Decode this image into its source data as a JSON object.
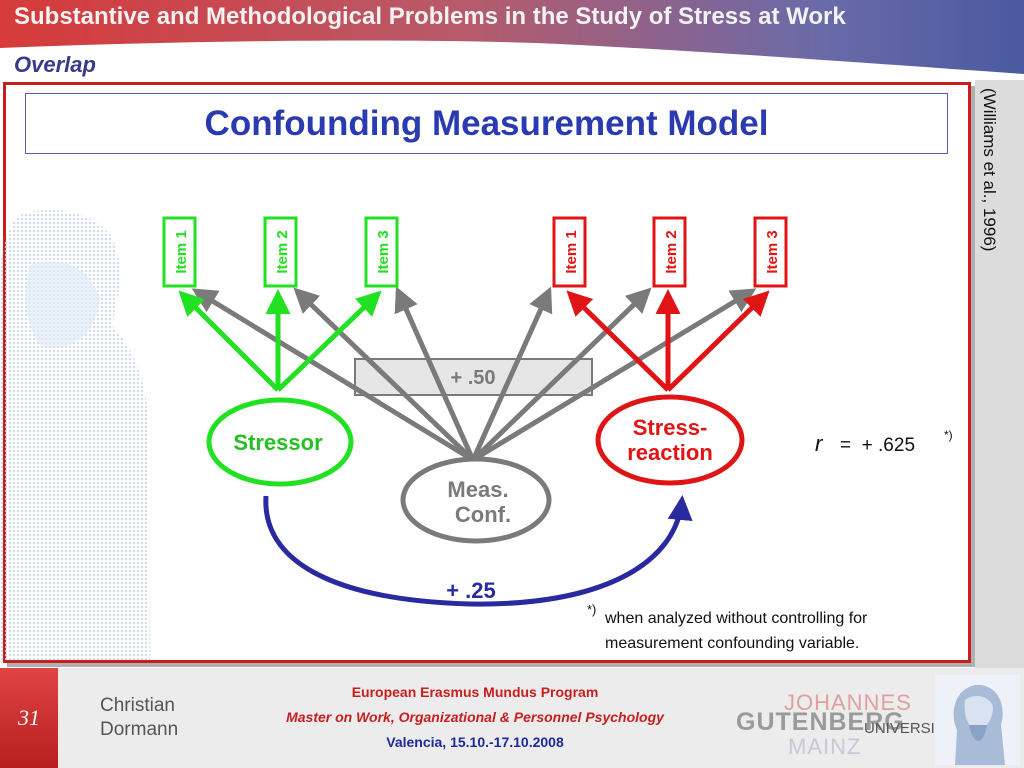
{
  "header": {
    "title": "Substantive and Methodological Problems in the Study of Stress at Work",
    "subtitle": "Overlap"
  },
  "slide": {
    "title": "Confounding Measurement Model",
    "side_citation": "(Williams et al., 1996)"
  },
  "diagram": {
    "stressor_items": [
      "Item 1",
      "Item 2",
      "Item 3"
    ],
    "reaction_items": [
      "Item 1",
      "Item 2",
      "Item 3"
    ],
    "stressor_label": "Stressor",
    "reaction_label_1": "Stress-",
    "reaction_label_2": "reaction",
    "confound_label_1": "Meas.",
    "confound_label_2": "Conf.",
    "confound_loading": "+ .50",
    "path_coefficient": "+ .25",
    "r_symbol": "r",
    "r_value": "=  + .625",
    "r_note_mark": "*)"
  },
  "note": {
    "mark": "*)",
    "line1": "when analyzed without controlling for",
    "line2": "measurement confounding variable."
  },
  "footer": {
    "page": "31",
    "author_line1": "Christian",
    "author_line2": "Dormann",
    "program_line1": "European Erasmus Mundus Program",
    "program_line2": "Master on Work, Organizational & Personnel Psychology",
    "program_line3": "Valencia, 15.10.-17.10.2008",
    "logo_line1": "JOHANNES",
    "logo_line2": "GUTENBERG",
    "logo_line3": "UNIVERSITÄT",
    "logo_line4": "MAINZ"
  },
  "colors": {
    "accent_red": "#c81e1e",
    "stressor_green": "#22e022",
    "reaction_red": "#e01414",
    "confound_gray": "#7a7a7a",
    "path_blue": "#2a2aa0",
    "title_blue": "#2a3ab0"
  }
}
